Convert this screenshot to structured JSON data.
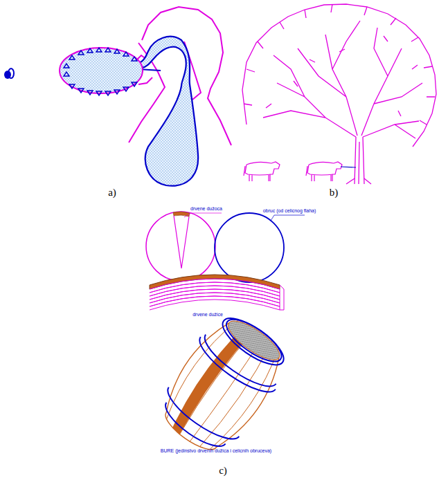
{
  "diagram": {
    "labels": [
      "a)",
      "b)",
      "drvene dužoca",
      "obruc (od celicnog flaha)",
      "drvene dužice",
      "BURE (jedinstvo drvenih dužica i celicnih obruceva)",
      "c)"
    ]
  }
}
